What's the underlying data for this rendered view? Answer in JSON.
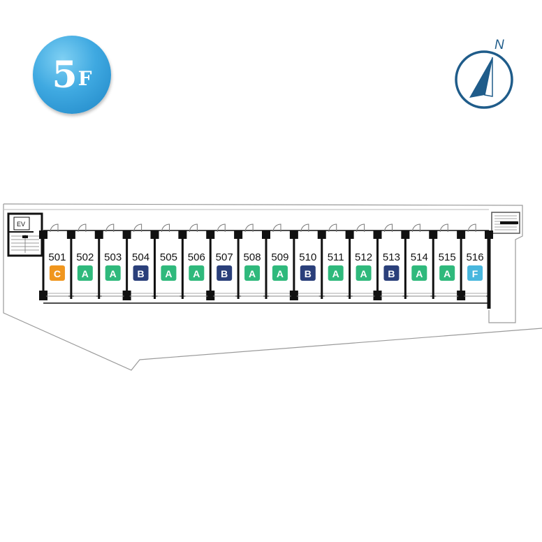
{
  "floor": {
    "number": "5",
    "suffix": "F"
  },
  "compass": {
    "label": "N"
  },
  "elevator": {
    "label": "EV"
  },
  "type_colors": {
    "A": "#2fb97c",
    "B": "#2a3f7a",
    "C": "#f0961e",
    "F": "#49b7de"
  },
  "units": [
    {
      "number": "501",
      "type": "C"
    },
    {
      "number": "502",
      "type": "A"
    },
    {
      "number": "503",
      "type": "A"
    },
    {
      "number": "504",
      "type": "B"
    },
    {
      "number": "505",
      "type": "A"
    },
    {
      "number": "506",
      "type": "A"
    },
    {
      "number": "507",
      "type": "B"
    },
    {
      "number": "508",
      "type": "A"
    },
    {
      "number": "509",
      "type": "A"
    },
    {
      "number": "510",
      "type": "B"
    },
    {
      "number": "511",
      "type": "A"
    },
    {
      "number": "512",
      "type": "A"
    },
    {
      "number": "513",
      "type": "B"
    },
    {
      "number": "514",
      "type": "A"
    },
    {
      "number": "515",
      "type": "A"
    },
    {
      "number": "516",
      "type": "F"
    }
  ]
}
